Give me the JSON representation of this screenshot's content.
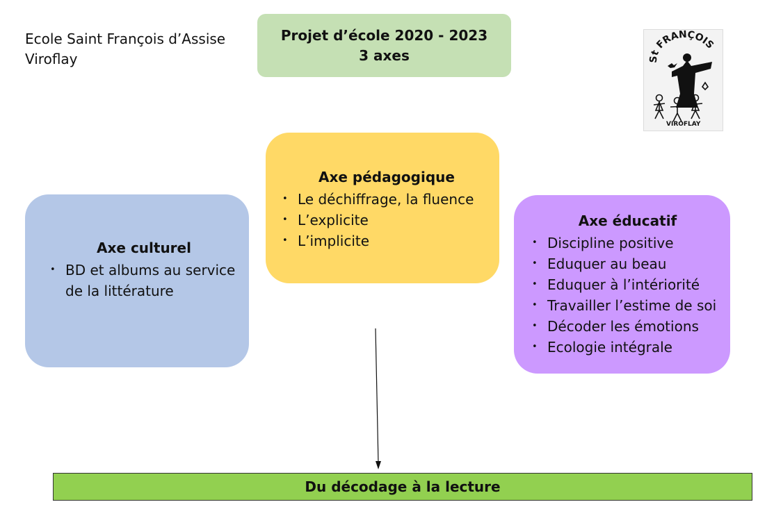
{
  "header": {
    "school_line1": "Ecole Saint François d’Assise",
    "school_line2": "Viroflay"
  },
  "title": {
    "line1": "Projet d’école 2020 - 2023",
    "line2": "3 axes"
  },
  "logo": {
    "arc_text": "St FRANÇOIS",
    "bottom_text": "VIROFLAY",
    "icon": "saint-francis-children-logo"
  },
  "axes": {
    "pedagogique": {
      "title": "Axe pédagogique",
      "items": [
        "Le déchiffrage, la fluence",
        "L’explicite",
        "L’implicite"
      ]
    },
    "culturel": {
      "title": "Axe culturel",
      "items": [
        "BD et albums au service de la littérature"
      ]
    },
    "educatif": {
      "title": "Axe éducatif",
      "items": [
        "Discipline positive",
        "Eduquer au beau",
        "Eduquer à l’intériorité",
        "Travailler l’estime de soi",
        "Décoder les émotions",
        "Ecologie intégrale"
      ]
    }
  },
  "conclusion": {
    "label": "Du décodage à la lecture"
  },
  "colors": {
    "title_box": "#c5e0b4",
    "pedagogique": "#ffd966",
    "culturel": "#b4c7e7",
    "educatif": "#cc99ff",
    "conclusion": "#92d050"
  }
}
